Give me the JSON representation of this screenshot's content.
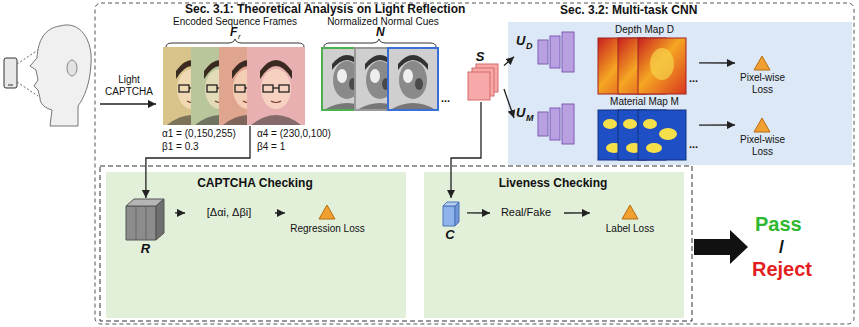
{
  "diagram": {
    "nodes": [
      {
        "text": [
          "Encoded Sequence Frames",
          "F",
          "r"
        ]
      },
      {
        "text": [
          "Normalized Normal Cues",
          "N"
        ]
      },
      {
        "text": [
          "S"
        ]
      },
      {
        "text": [
          "U",
          "D"
        ]
      },
      {
        "text": [
          "Depth Map D"
        ]
      },
      {
        "text": [
          "Pixel-wise Loss"
        ]
      },
      {
        "text": [
          "U",
          "M"
        ]
      },
      {
        "text": [
          "Material Map M"
        ]
      },
      {
        "text": [
          "Pixel-wise Loss"
        ]
      },
      {
        "text": [
          "CAPTCHA Checking"
        ]
      },
      {
        "text": [
          "R"
        ],
        "in": 9
      },
      {
        "text": [
          "[Δαi, Δβi]"
        ],
        "in": 9
      },
      {
        "text": [
          "Regression Loss"
        ],
        "in": 9
      },
      {
        "text": [
          "Liveness Checking"
        ]
      },
      {
        "text": [
          "C"
        ],
        "in": 13
      },
      {
        "text": [
          "Real/Fake"
        ],
        "in": 13
      },
      {
        "text": [
          "Label Loss"
        ],
        "in": 13
      }
    ],
    "edges": [
      {
        "from": 2,
        "to": 3,
        "arrow": "to"
      },
      {
        "from": 2,
        "to": 6,
        "arrow": "to"
      },
      {
        "from": 4,
        "to": 5,
        "arrow": "to"
      },
      {
        "from": 7,
        "to": 8,
        "arrow": "to"
      },
      {
        "from": 0,
        "to": 10,
        "arrow": "to"
      },
      {
        "from": 10,
        "to": 11,
        "arrow": "to"
      },
      {
        "from": 11,
        "to": 12,
        "arrow": "to"
      },
      {
        "from": 2,
        "to": 14,
        "arrow": "to"
      },
      {
        "from": 14,
        "to": 15,
        "arrow": "to"
      },
      {
        "from": 15,
        "to": 16,
        "arrow": "to"
      }
    ],
    "labels": [
      "Sec. 3.1: Theoretical Analysis on Light Reflection",
      "Sec. 3.2: Multi-task CNN",
      "Light CAPTCHA",
      "α1 = (0,150,255)",
      "β1 = 0.3",
      "α4 = (230,0,100)",
      "β4 = 1",
      "...",
      "...",
      "...",
      "Pass",
      "/",
      "Reject"
    ]
  }
}
